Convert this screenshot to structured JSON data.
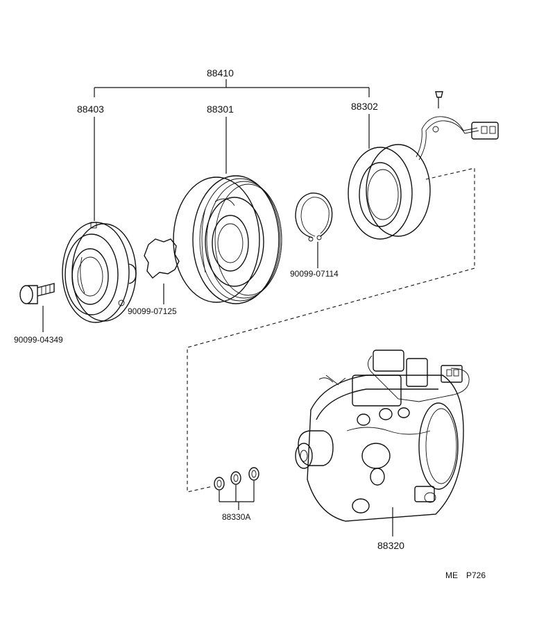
{
  "labels": {
    "assembly_top": "88410",
    "clutch_hub": "88403",
    "pulley": "88301",
    "stator_coil": "88302",
    "snap_ring_small": "90099-07114",
    "shim": "90099-07125",
    "bolt": "90099-04349",
    "o_rings": "88330A",
    "compressor": "88320"
  },
  "footer": {
    "code_left": "ME",
    "code_right": "P726"
  }
}
